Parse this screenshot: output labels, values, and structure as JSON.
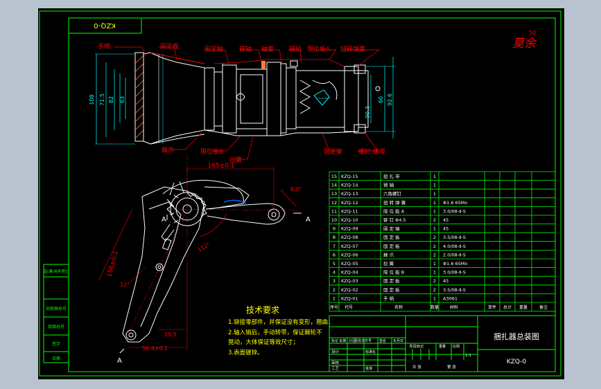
{
  "window": {
    "background": "#b9c3cf",
    "sheet_color": "#000000"
  },
  "colors": {
    "frame": "#00ff00",
    "callout": "#ff0000",
    "geometry": "#ffffff",
    "dimension": "#00ffff",
    "hatch": "#ff7f3f",
    "text": "#ffff00"
  },
  "drawing": {
    "number": "KZQ-0",
    "number_rotated": "KZQ-0",
    "title": "捆扎器总装图",
    "approval_note": "莫余",
    "approval_num": "50"
  },
  "top_view": {
    "callouts": [
      "手柄",
      "固定板",
      "固定轴",
      "转轴",
      "轴套",
      "棘轮",
      "限位板A",
      "扭转弹簧",
      "固定架",
      "螺钉,螺母",
      "棘爪",
      "限位板B",
      "拉簧"
    ],
    "dims": [
      "108",
      "71.5",
      "82",
      "63",
      "60",
      "92.6",
      "90.3"
    ]
  },
  "section_view": {
    "dims": [
      "165±0.1",
      "8.0°",
      "112°",
      "156±0.1",
      "12°",
      "29.5",
      "56.4±0.1"
    ],
    "section_marks": [
      "A",
      "A",
      "A"
    ]
  },
  "requirements": {
    "title": "技术要求",
    "lines": [
      "1.铆接零部件，并保证没有变形，翘曲；",
      "2.轴入销后，手动转带，保证棘轮不",
      "  晃动，大体保证等效尺寸；",
      "3.表面镀锌。"
    ]
  },
  "bom": {
    "rows": [
      {
        "no": "15",
        "code": "KZQ-15",
        "name": "扭  扎  带",
        "qty": "1",
        "material": "",
        "note": ""
      },
      {
        "no": "14",
        "code": "KZQ-14",
        "name": "销  轴",
        "qty": "1",
        "material": "",
        "note": ""
      },
      {
        "no": "13",
        "code": "KZQ-13",
        "name": "六角螺钉",
        "qty": "1",
        "material": "",
        "note": ""
      },
      {
        "no": "12",
        "code": "KZQ-12",
        "name": "扭  转  弹  簧",
        "qty": "1",
        "material": "Φ1.6  65Mn",
        "note": ""
      },
      {
        "no": "11",
        "code": "KZQ-11",
        "name": "限  位  板  A",
        "qty": "1",
        "material": "3.0/08-Ⅱ-S",
        "note": ""
      },
      {
        "no": "10",
        "code": "KZQ-10",
        "name": "铆  钉  Φ4.5",
        "qty": "2",
        "material": "45",
        "note": ""
      },
      {
        "no": "9",
        "code": "KZQ-09",
        "name": "固  定  轴",
        "qty": "1",
        "material": "45",
        "note": ""
      },
      {
        "no": "8",
        "code": "KZQ-08",
        "name": "固  定  板",
        "qty": "2",
        "material": "3.5/08-Ⅱ-S",
        "note": ""
      },
      {
        "no": "7",
        "code": "KZQ-07",
        "name": "固  定  板",
        "qty": "2",
        "material": "4.0/08-Ⅱ-S",
        "note": ""
      },
      {
        "no": "6",
        "code": "KZQ-06",
        "name": "棘  爪",
        "qty": "2",
        "material": "2.0/08-Ⅱ-S",
        "note": ""
      },
      {
        "no": "5",
        "code": "KZQ-05",
        "name": "拉  簧",
        "qty": "1",
        "material": "Φ1.6  65Mn",
        "note": ""
      },
      {
        "no": "4",
        "code": "KZQ-04",
        "name": "限  位  板  B",
        "qty": "1",
        "material": "3.0/08-Ⅱ-S",
        "note": ""
      },
      {
        "no": "3",
        "code": "KZQ-03",
        "name": "固  定  板",
        "qty": "2",
        "material": "45",
        "note": ""
      },
      {
        "no": "2",
        "code": "KZQ-02",
        "name": "固  定  板",
        "qty": "2",
        "material": "3.5/08-Ⅱ-S",
        "note": ""
      },
      {
        "no": "1",
        "code": "KZQ-01",
        "name": "手  柄",
        "qty": "1",
        "material": "A3061",
        "note": ""
      }
    ],
    "header": [
      "序号",
      "代号",
      "名称",
      "数量",
      "材料",
      "单件",
      "总计",
      "重量",
      "备注"
    ]
  },
  "title_block": {
    "sign_rows": [
      "标记 处数",
      "设计",
      "审核",
      "工艺"
    ],
    "sign_cols": [
      "分区",
      "更改文件号",
      "签名",
      "年月日",
      "标准化",
      "批准"
    ],
    "stage_labels": [
      "阶段标记",
      "重量",
      "比例"
    ],
    "scale": "1:1",
    "sheet_info": [
      "共   张",
      "第   张"
    ]
  },
  "side_stamp": [
    "借(通)用件登记",
    "旧底图总号",
    "底图总号",
    "签字",
    "日期"
  ]
}
